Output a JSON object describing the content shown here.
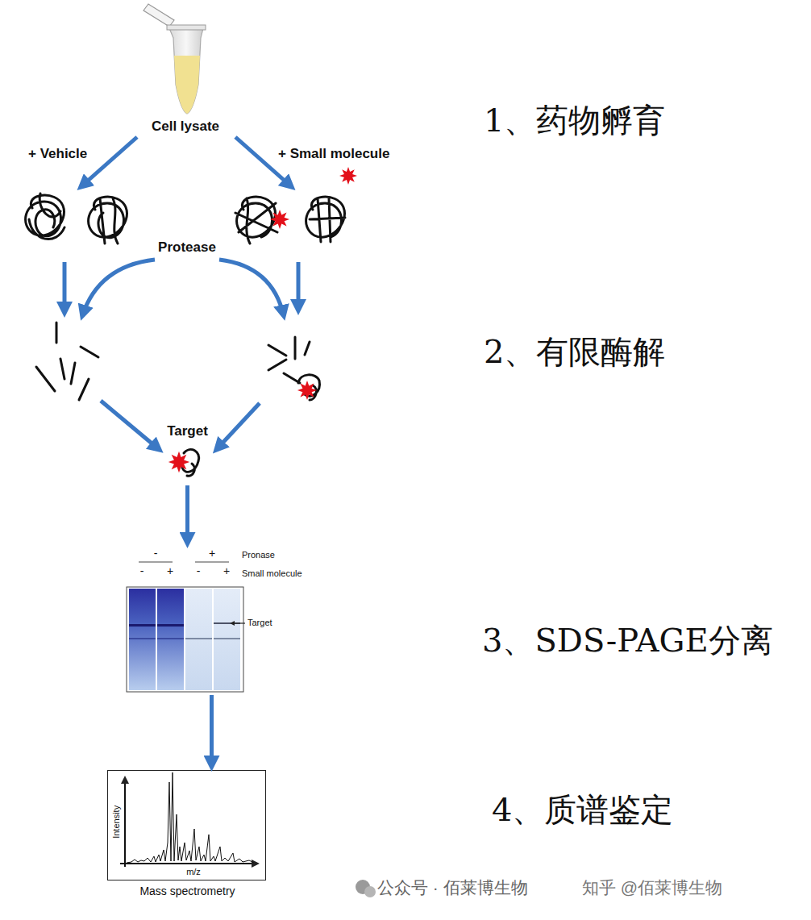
{
  "diagram": {
    "nodes": [
      {
        "text": [
          "Cell lysate"
        ]
      },
      {
        "text": [
          "Target"
        ]
      },
      {
        "text": [
          "-",
          "+",
          "Pronase",
          "-",
          "+",
          "-",
          "+",
          "Small molecule",
          "Target"
        ]
      },
      {
        "text": [
          "Intensity",
          "m/z",
          "Mass spectrometry"
        ]
      }
    ],
    "edges": [
      {
        "from": 1,
        "to": 2,
        "arrow": "to"
      },
      {
        "from": 2,
        "to": 3,
        "arrow": "to"
      }
    ],
    "labels": [
      "+ Vehicle",
      "+ Small molecule",
      "Protease",
      "1、药物孵育",
      "2、有限酶解",
      "3、SDS-PAGE分离",
      "4、质谱鉴定",
      "公众号 · 佰莱博生物",
      "知乎 @佰莱博生物"
    ]
  }
}
